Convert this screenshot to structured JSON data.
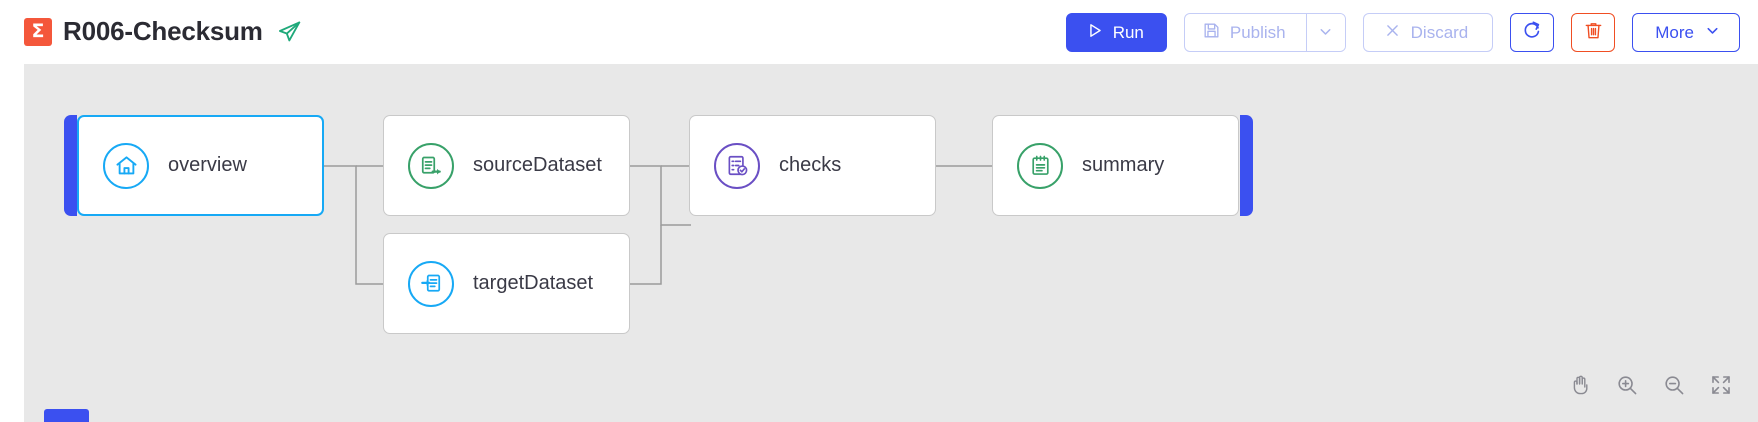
{
  "header": {
    "logo_icon": "sigma-icon",
    "logo_glyph": "Σ",
    "title": "R006-Checksum",
    "publish_state_icon": "paper-plane-icon",
    "buttons": {
      "run": {
        "label": "Run",
        "icon": "play-icon",
        "color": "#3b50f0"
      },
      "publish": {
        "label": "Publish",
        "icon": "save-icon",
        "color": "#a9b3ee"
      },
      "publish_caret": {
        "icon": "chevron-down-icon"
      },
      "discard": {
        "label": "Discard",
        "icon": "close-x-icon",
        "color": "#a9b3ee"
      },
      "refresh": {
        "icon": "refresh-icon",
        "color": "#3b50f0"
      },
      "delete": {
        "icon": "trash-icon",
        "color": "#f04e23"
      },
      "more": {
        "label": "More",
        "icon": "chevron-down-icon",
        "color": "#3b50f0"
      }
    }
  },
  "canvas": {
    "background": "#e8e8e8",
    "accent_color": "#3b50f0",
    "selected_border": "#17a9f5",
    "nodes": [
      {
        "id": "overview",
        "label": "overview",
        "icon": "home-icon",
        "icon_color": "#17a9f5",
        "selected": true,
        "accent": "left"
      },
      {
        "id": "sourceDataset",
        "label": "sourceDataset",
        "icon": "dataset-export-icon",
        "icon_color": "#38a169",
        "selected": false,
        "accent": "none"
      },
      {
        "id": "targetDataset",
        "label": "targetDataset",
        "icon": "dataset-import-icon",
        "icon_color": "#17a9f5",
        "selected": false,
        "accent": "none"
      },
      {
        "id": "checks",
        "label": "checks",
        "icon": "checklist-verified-icon",
        "icon_color": "#6a4fc4",
        "selected": false,
        "accent": "none"
      },
      {
        "id": "summary",
        "label": "summary",
        "icon": "notepad-icon",
        "icon_color": "#38a169",
        "selected": false,
        "accent": "right"
      }
    ],
    "zoom_controls": [
      {
        "id": "pan",
        "icon": "hand-pan-icon"
      },
      {
        "id": "zoom-in",
        "icon": "zoom-in-icon"
      },
      {
        "id": "zoom-out",
        "icon": "zoom-out-icon"
      },
      {
        "id": "fit",
        "icon": "fit-screen-icon"
      }
    ]
  }
}
